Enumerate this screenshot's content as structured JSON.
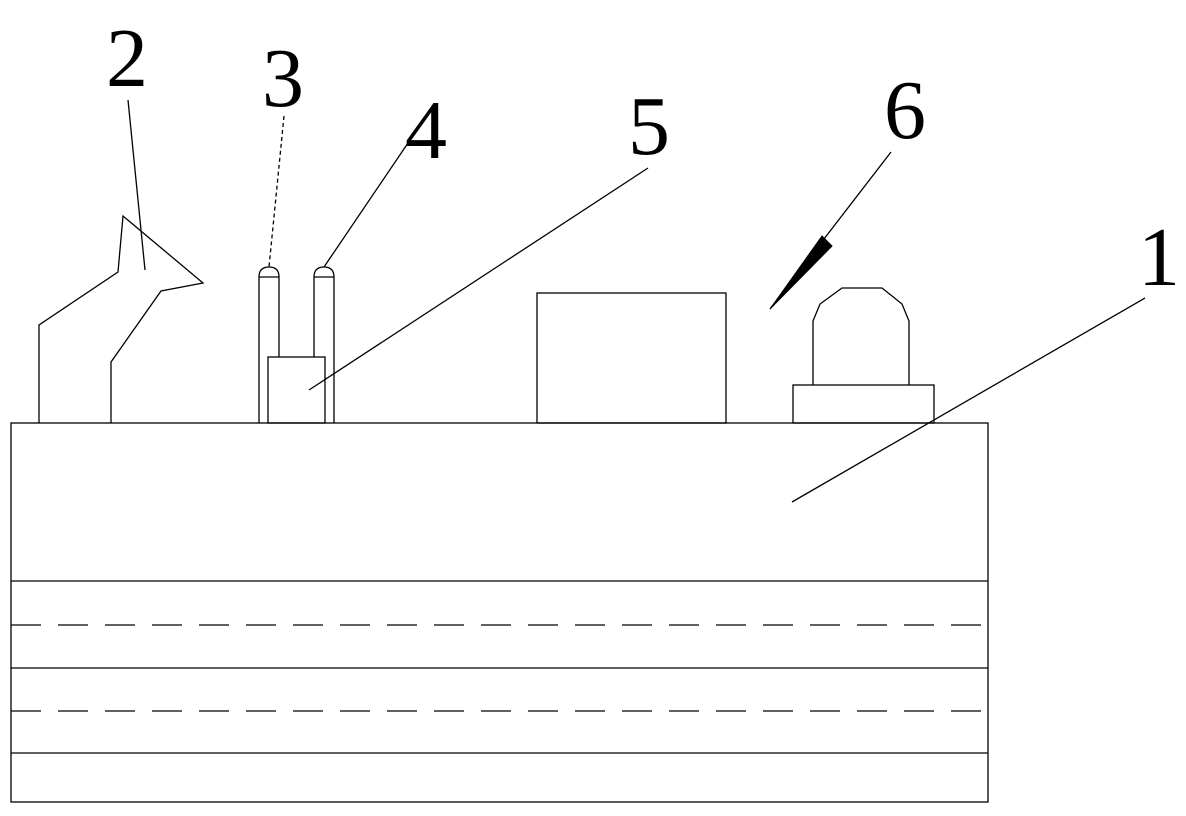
{
  "figure": {
    "labels": {
      "body": "1",
      "part2": "2",
      "part3": "3",
      "part4": "4",
      "part5": "5",
      "part6": "6"
    },
    "line_color": "#000000",
    "background_color": "#ffffff"
  }
}
